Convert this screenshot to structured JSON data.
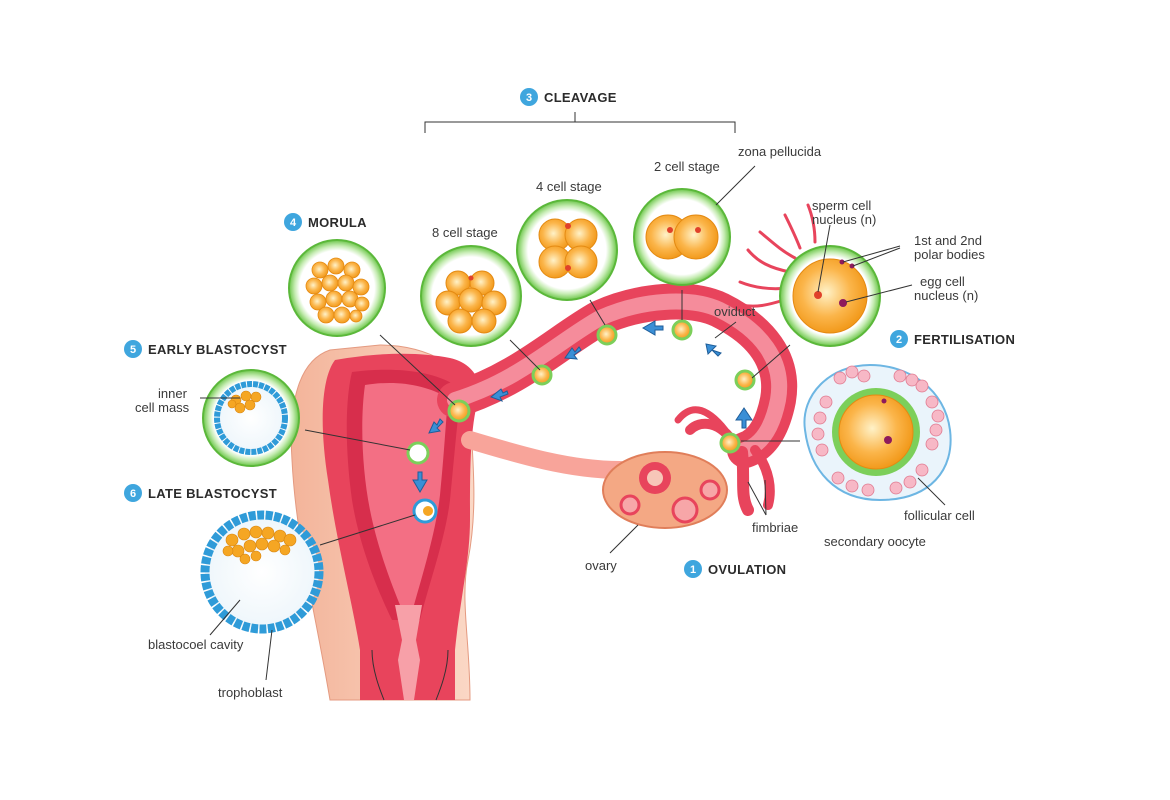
{
  "colors": {
    "step_badge": "#3fa6de",
    "uterus": "#e8445c",
    "uterus_light": "#f7a0a8",
    "skin": "#f9c7b0",
    "zona": "#7ccf5a",
    "cell": "#f5a623",
    "trophoblast": "#2f9bd8",
    "arrow": "#3a8fd6"
  },
  "steps": [
    {
      "num": "1",
      "label": "OVULATION"
    },
    {
      "num": "2",
      "label": "FERTILISATION"
    },
    {
      "num": "3",
      "label": "CLEAVAGE"
    },
    {
      "num": "4",
      "label": "MORULA"
    },
    {
      "num": "5",
      "label": "EARLY BLASTOCYST"
    },
    {
      "num": "6",
      "label": "LATE BLASTOCYST"
    }
  ],
  "labels": {
    "zona_pellucida": "zona pellucida",
    "two_cell": "2 cell stage",
    "four_cell": "4 cell stage",
    "eight_cell": "8 cell stage",
    "sperm_nucleus_1": "sperm cell",
    "sperm_nucleus_2": "nucleus (n)",
    "polar_bodies_1": "1st and 2nd",
    "polar_bodies_2": "polar bodies",
    "egg_nucleus_1": "egg cell",
    "egg_nucleus_2": "nucleus (n)",
    "oviduct": "oviduct",
    "inner_mass_1": "inner",
    "inner_mass_2": "cell mass",
    "fimbriae": "fimbriae",
    "follicular_cell": "follicular cell",
    "secondary_oocyte": "secondary oocyte",
    "ovary": "ovary",
    "blastocoel": "blastocoel cavity",
    "trophoblast": "trophoblast"
  }
}
